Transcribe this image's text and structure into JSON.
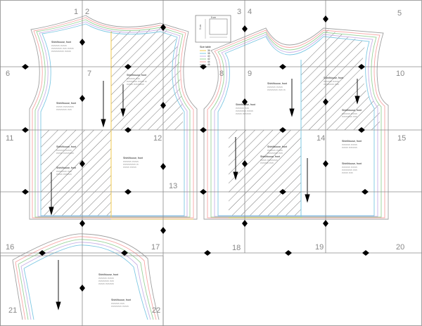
{
  "page_numbers": [
    "1",
    "2",
    "3",
    "4",
    "5",
    "6",
    "7",
    "8",
    "9",
    "10",
    "11",
    "12",
    "13",
    "14",
    "15",
    "16",
    "17",
    "18",
    "19",
    "20",
    "21",
    "22"
  ],
  "piece_label_text": "Shirt/blouse, front",
  "scale_box": {
    "label_top": "5 cm",
    "label_side": "5 cm"
  },
  "legend": {
    "title": "Size table",
    "rows": [
      "36",
      "38",
      "40",
      "42",
      "44",
      "46"
    ]
  },
  "colors": {
    "grid": "#8a8a8a",
    "size_lines": [
      "#f2c94c",
      "#7ec8e3",
      "#c9b2e6",
      "#9ad39a",
      "#f7a6a6",
      "#a0a0a0"
    ],
    "hatch": "#555555",
    "marker": "#000000"
  }
}
